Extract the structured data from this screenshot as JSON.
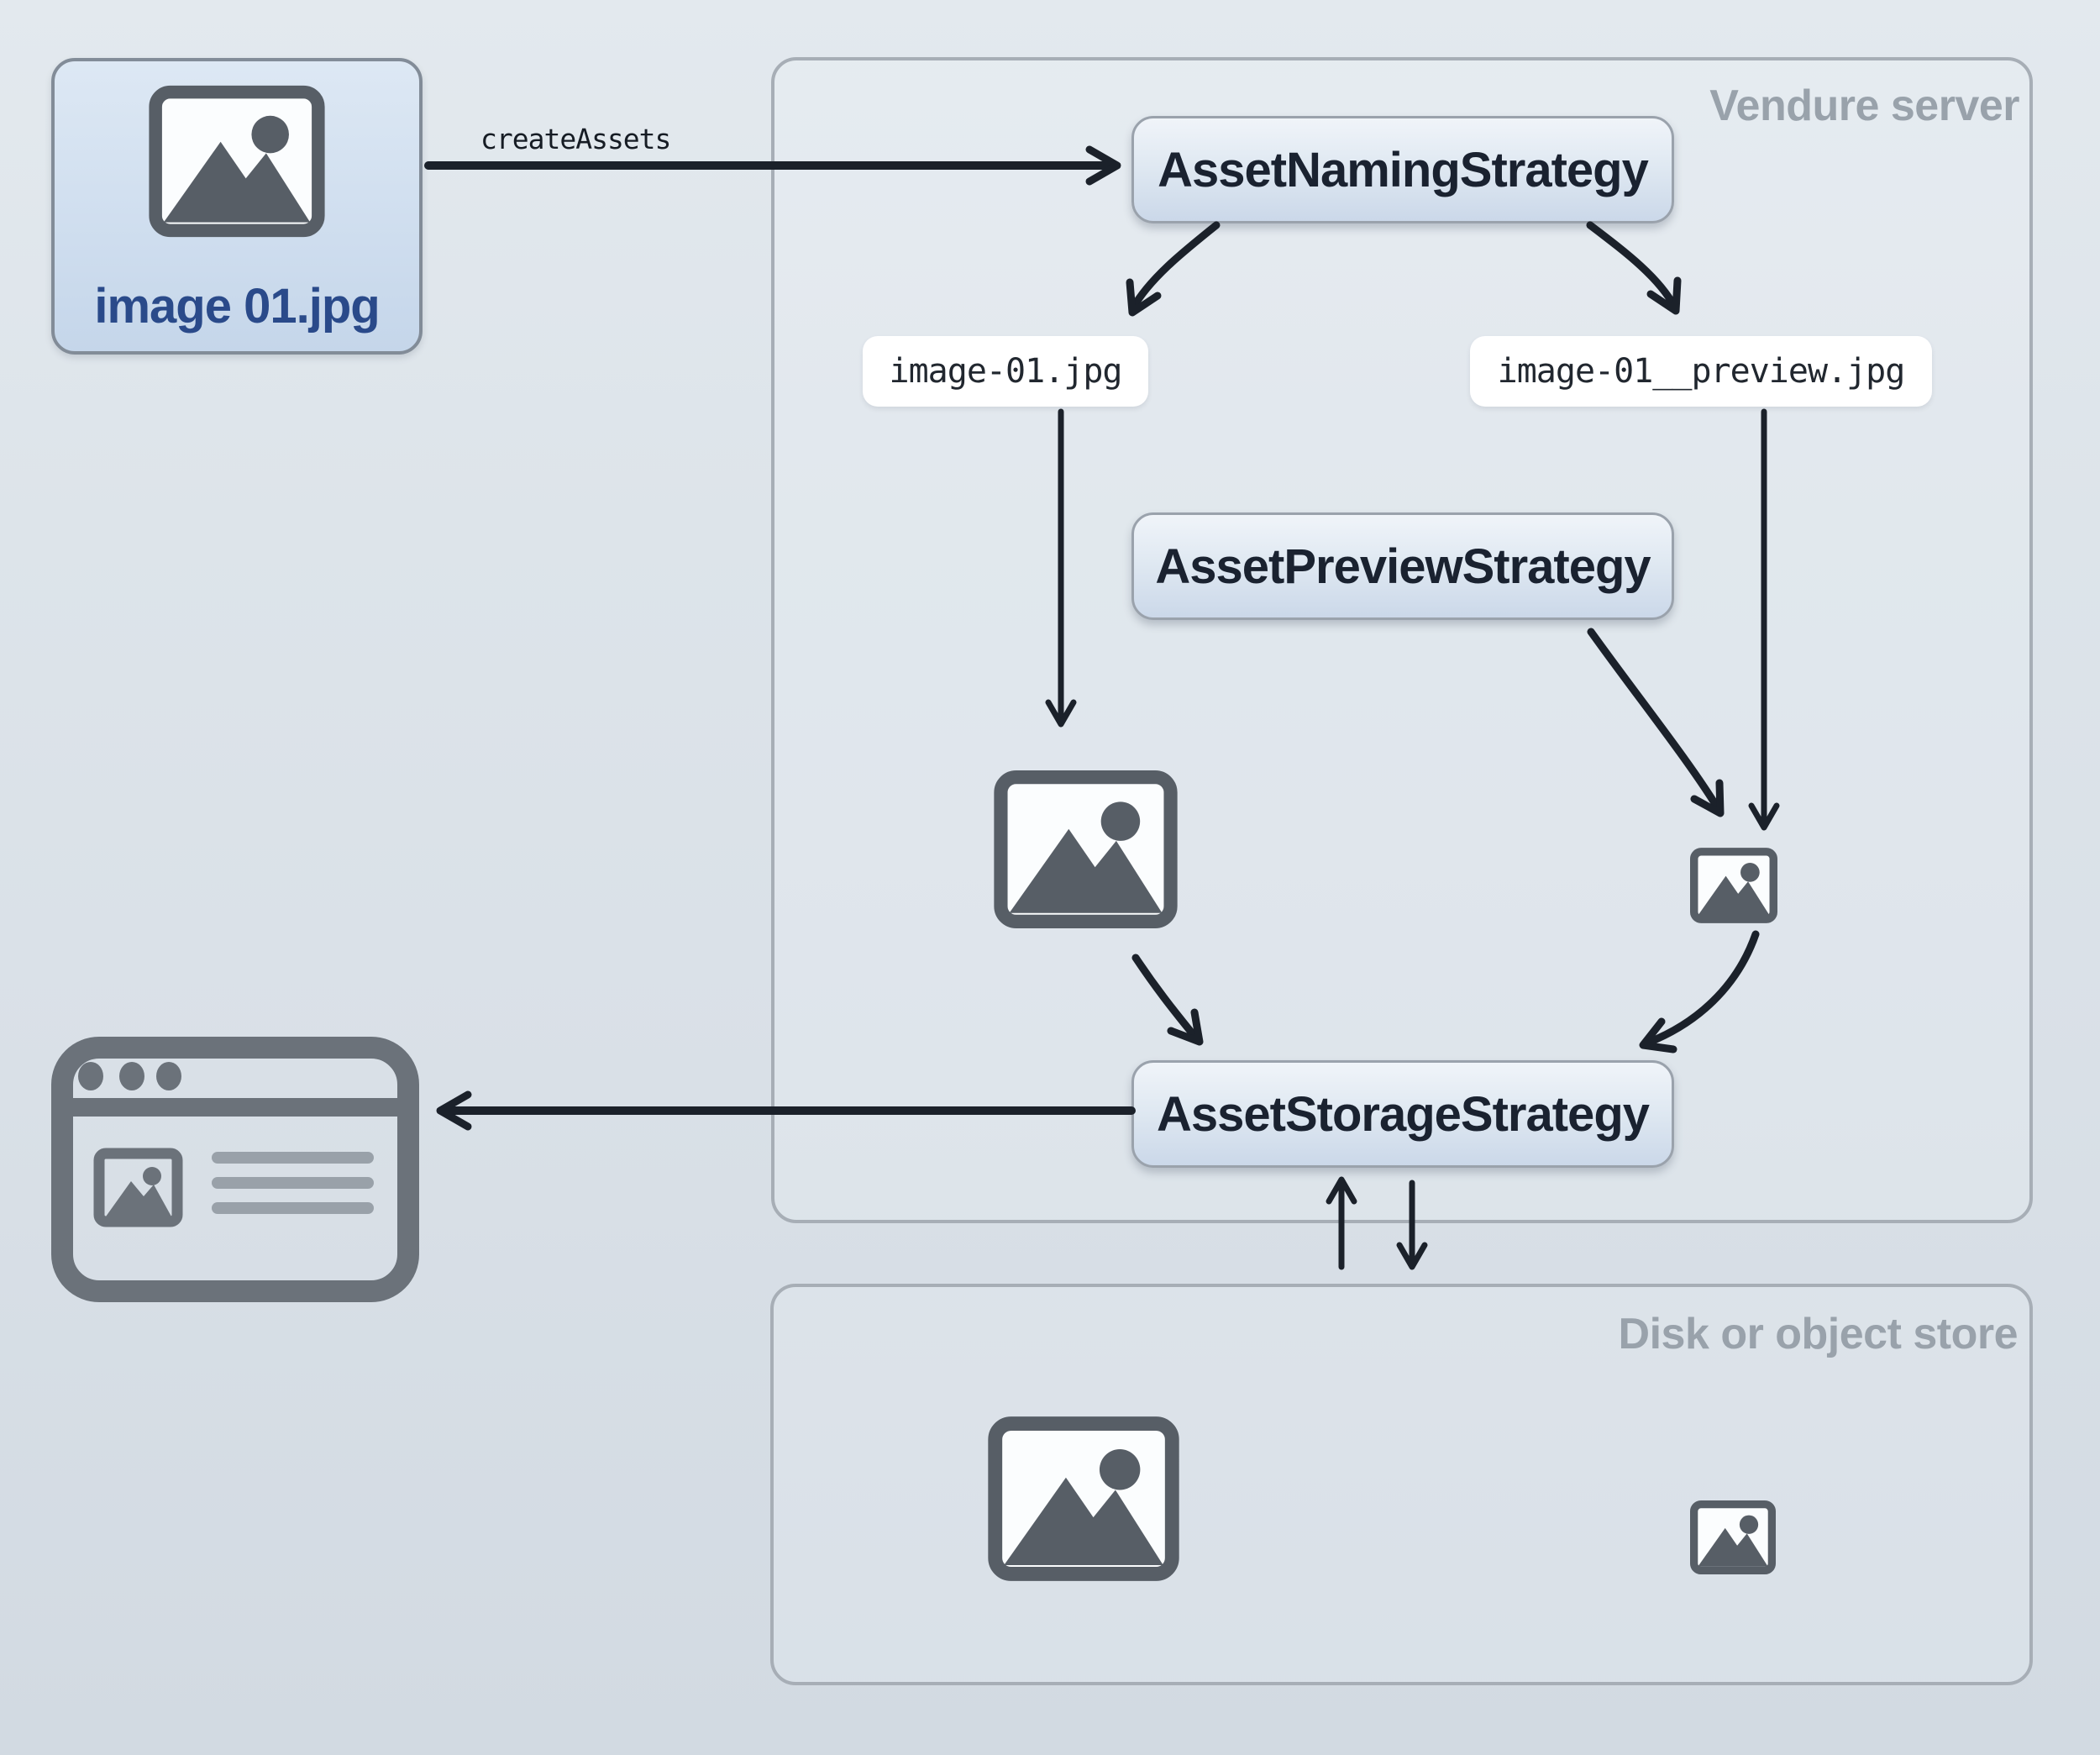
{
  "source_image": {
    "label": "image 01.jpg"
  },
  "flow": {
    "create_assets_label": "createAssets"
  },
  "vendure_server": {
    "title": "Vendure server",
    "asset_naming_strategy": "AssetNamingStrategy",
    "asset_preview_strategy": "AssetPreviewStrategy",
    "asset_storage_strategy": "AssetStorageStrategy",
    "source_file_name": "image-01.jpg",
    "preview_file_name": "image-01__preview.jpg"
  },
  "disk_store": {
    "title": "Disk or object store"
  },
  "icons": {
    "source_image": "picture-icon",
    "asset_full_size": "picture-icon",
    "asset_preview": "picture-icon-small",
    "storefront": "browser-window-icon",
    "stored_full_size": "picture-icon",
    "stored_preview": "picture-icon-small"
  },
  "colors": {
    "background_top": "#e3e9ee",
    "background_bottom": "#d2dae2",
    "arrow": "#1b212a",
    "pill_fill_top": "#f0f4f9",
    "pill_fill_bottom": "#cbd8e9",
    "pill_border": "#9aa2ac",
    "pill_text": "#1a2230",
    "container_border": "#a7aeb6",
    "container_title": "#99a2ab",
    "file_box_fill": "#d2e0f0",
    "file_box_text": "#2a4a8a",
    "filename_label_bg": "#ffffff",
    "filename_text": "#21272f",
    "icon_gray": "#575e66",
    "browser_gray": "#6b727a"
  }
}
